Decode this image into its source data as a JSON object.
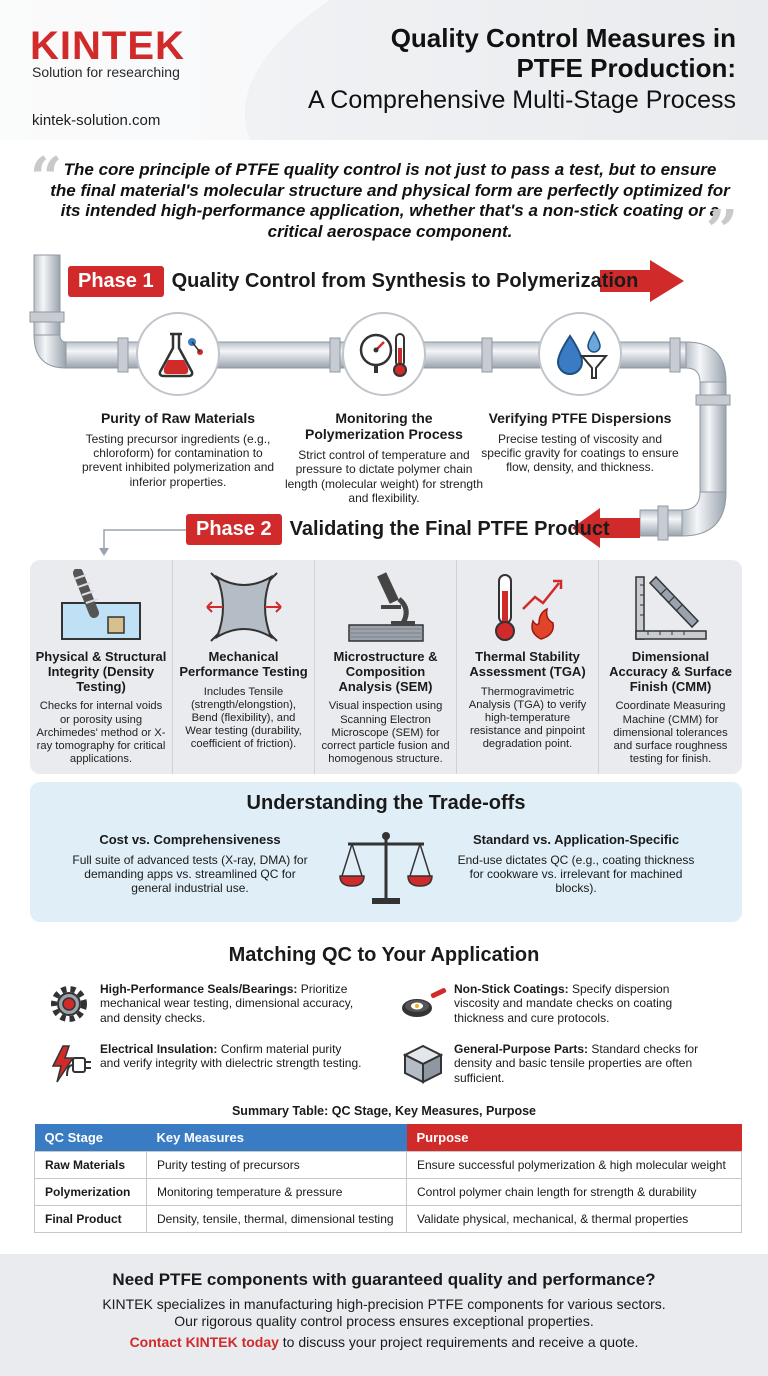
{
  "header": {
    "logo": "KINTEK",
    "tagline": "Solution for researching",
    "site": "kintek-solution.com",
    "title_line1": "Quality Control Measures in",
    "title_line2": "PTFE Production:",
    "title_line3": "A Comprehensive Multi-Stage Process"
  },
  "quote": "The core principle of PTFE quality control is not just to pass a test, but to ensure the final material's molecular structure and physical form are perfectly optimized for its intended high-performance application, whether that's a non-stick coating or a critical aerospace component.",
  "phase1": {
    "badge": "Phase 1",
    "title": "Quality Control from Synthesis to Polymerization",
    "items": [
      {
        "title": "Purity of Raw Materials",
        "desc": "Testing precursor ingredients (e.g., chloroform) for contamination to prevent inhibited polymerization and inferior properties.",
        "icon": "flask-icon"
      },
      {
        "title": "Monitoring the Polymerization Process",
        "desc": "Strict control of temperature and pressure to dictate polymer chain length (molecular weight) for strength and flexibility.",
        "icon": "gauge-thermometer-icon"
      },
      {
        "title": "Verifying PTFE Dispersions",
        "desc": "Precise testing of viscosity and specific gravity for coatings to ensure flow, density, and thickness.",
        "icon": "droplet-funnel-icon"
      }
    ]
  },
  "phase2": {
    "badge": "Phase 2",
    "title": "Validating the Final PTFE Product",
    "items": [
      {
        "title": "Physical & Structural Integrity (Density Testing)",
        "desc": "Checks for internal voids or porosity using Archimedes' method or X-ray tomography for critical applications.",
        "icon": "density-tank-icon"
      },
      {
        "title": "Mechanical Performance Testing",
        "desc": "Includes Tensile (strength/elongstion), Bend (flexibility), and Wear testing (durability, coefficient of friction).",
        "icon": "tensile-icon"
      },
      {
        "title": "Microstructure & Composition Analysis (SEM)",
        "desc": "Visual inspection using Scanning Electron Microscope (SEM) for correct particle fusion and homogenous structure.",
        "icon": "microscope-icon"
      },
      {
        "title": "Thermal Stability Assessment (TGA)",
        "desc": "Thermogravimetric Analysis (TGA) to verify high-temperature resistance and pinpoint degradation point.",
        "icon": "thermo-flame-icon"
      },
      {
        "title": "Dimensional Accuracy & Surface Finish (CMM)",
        "desc": "Coordinate Measuring Machine (CMM) for dimensional tolerances and surface roughness testing for finish.",
        "icon": "caliper-icon"
      }
    ]
  },
  "tradeoffs": {
    "heading": "Understanding the Trade-offs",
    "left": {
      "title": "Cost vs. Comprehensiveness",
      "desc": "Full suite of advanced tests (X-ray, DMA) for demanding apps vs. streamlined QC for general industrial use."
    },
    "right": {
      "title": "Standard vs. Application-Specific",
      "desc": "End-use dictates QC (e.g., coating thickness for cookware vs. irrelevant for machined blocks)."
    }
  },
  "matching": {
    "heading": "Matching QC to Your Application",
    "items": [
      {
        "label": "High-Performance Seals/Bearings:",
        "text": " Prioritize mechanical wear testing, dimensional accuracy, and density checks.",
        "icon": "gear-icon"
      },
      {
        "label": "Non-Stick Coatings:",
        "text": " Specify dispersion viscosity and mandate checks on coating thickness and cure protocols.",
        "icon": "pan-icon"
      },
      {
        "label": "Electrical Insulation:",
        "text": " Confirm material purity and verify integrity with dielectric strength testing.",
        "icon": "plug-icon"
      },
      {
        "label": "General-Purpose Parts:",
        "text": " Standard checks for density and basic tensile properties are often sufficient.",
        "icon": "cube-icon"
      }
    ]
  },
  "table": {
    "title": "Summary Table: QC Stage, Key Measures, Purpose",
    "headers": [
      "QC Stage",
      "Key Measures",
      "Purpose"
    ],
    "rows": [
      [
        "Raw Materials",
        "Purity testing of precursors",
        "Ensure successful polymerization & high molecular weight"
      ],
      [
        "Polymerization",
        "Monitoring temperature & pressure",
        "Control polymer chain length for strength & durability"
      ],
      [
        "Final Product",
        "Density, tensile, thermal, dimensional testing",
        "Validate physical, mechanical, & thermal properties"
      ]
    ]
  },
  "footer": {
    "heading": "Need PTFE components with guaranteed quality and performance?",
    "line1": "KINTEK specializes in manufacturing high-precision PTFE components for various sectors.",
    "line2": "Our rigorous quality control process ensures exceptional properties.",
    "cta_link": "Contact KINTEK today",
    "cta_rest": " to discuss your project requirements and receive a quote."
  },
  "colors": {
    "brand_red": "#d12a2a",
    "table_blue": "#3a7cc4",
    "panel_gray": "#e9ebef",
    "trade_blue": "#dfeef7"
  }
}
